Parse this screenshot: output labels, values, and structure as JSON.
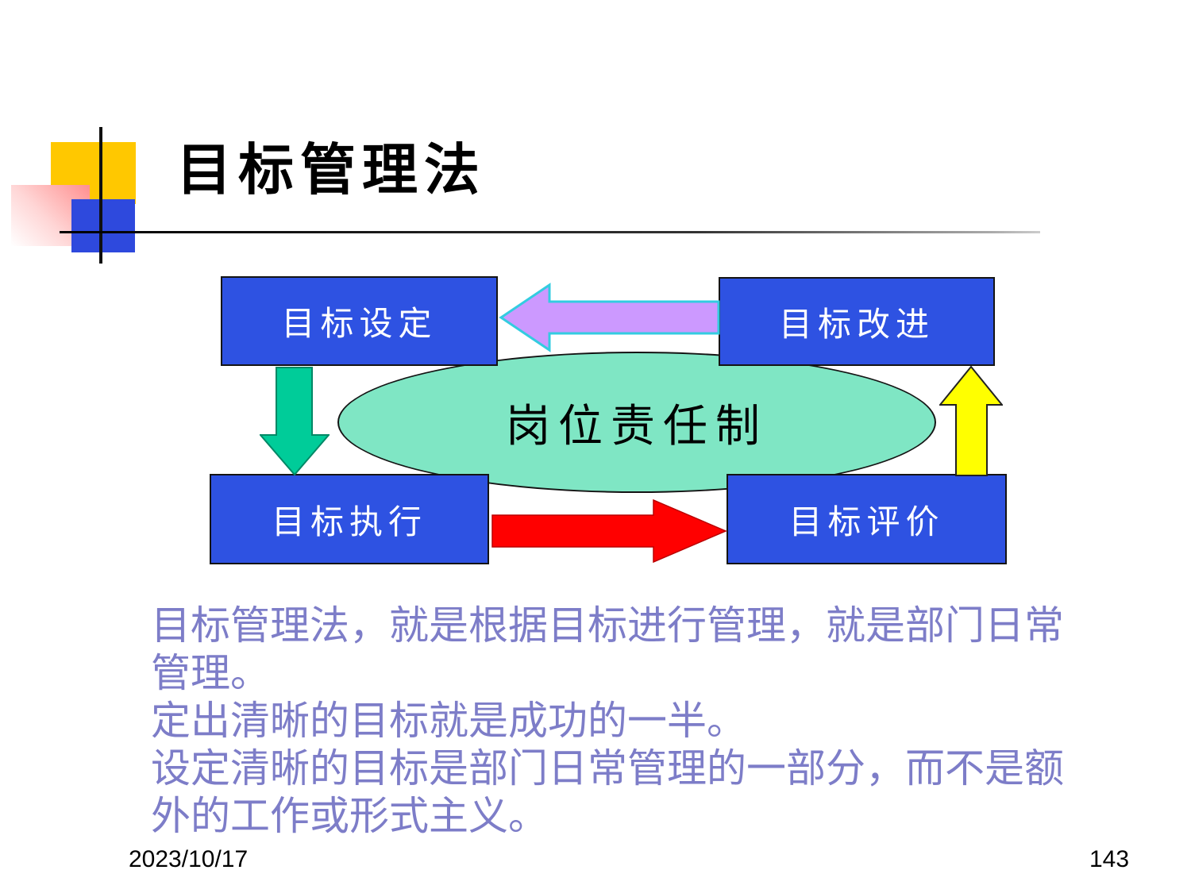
{
  "title": "目标管理法",
  "diagram": {
    "center_label": "岗位责任制",
    "boxes": [
      {
        "label": "目标设定"
      },
      {
        "label": "目标改进"
      },
      {
        "label": "目标执行"
      },
      {
        "label": "目标评价"
      }
    ],
    "arrows": [
      {
        "name": "top-left-arrow",
        "direction": "left",
        "from": "目标改进",
        "to": "目标设定",
        "color": "#cc99ff"
      },
      {
        "name": "left-down-arrow",
        "direction": "down",
        "from": "目标设定",
        "to": "目标执行",
        "color": "#00cc99"
      },
      {
        "name": "bottom-right-arrow",
        "direction": "right",
        "from": "目标执行",
        "to": "目标评价",
        "color": "#ff0000"
      },
      {
        "name": "right-up-arrow",
        "direction": "up",
        "from": "目标评价",
        "to": "目标改进",
        "color": "#ffff00"
      }
    ]
  },
  "body": {
    "paragraphs": [
      "目标管理法，就是根据目标进行管理，就是部门日常管理。",
      "定出清晰的目标就是成功的一半。",
      "设定清晰的目标是部门日常管理的一部分，而不是额外的工作或形式主义。"
    ]
  },
  "footer": {
    "date": "2023/10/17",
    "page_number": "143"
  },
  "colors": {
    "box_blue": "#2e52e2",
    "ellipse_green": "#7fe6c4",
    "body_text_purple": "#7d7dc8",
    "deco_yellow": "#ffc800",
    "deco_blue": "#2e49dd"
  }
}
